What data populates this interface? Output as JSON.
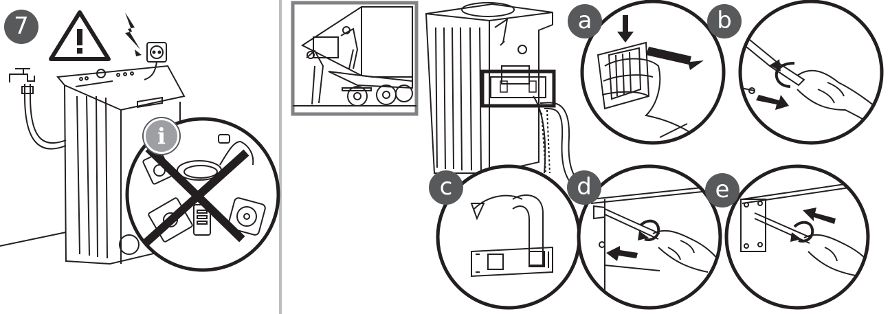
{
  "step": {
    "number": "7"
  },
  "info": {
    "symbol": "i"
  },
  "panels": [
    {
      "letter": "a"
    },
    {
      "letter": "b"
    },
    {
      "letter": "c"
    },
    {
      "letter": "d"
    },
    {
      "letter": "e"
    }
  ],
  "colors": {
    "line": "#231f20",
    "badge": "#58595b",
    "divider": "#bcbec0",
    "frame": "#808285"
  },
  "icons": [
    "warning-triangle-icon",
    "lightning-icon",
    "wall-socket-icon",
    "water-tap-icon",
    "info-icon",
    "prohibited-cross-icon",
    "rotate-arrow-icon"
  ]
}
